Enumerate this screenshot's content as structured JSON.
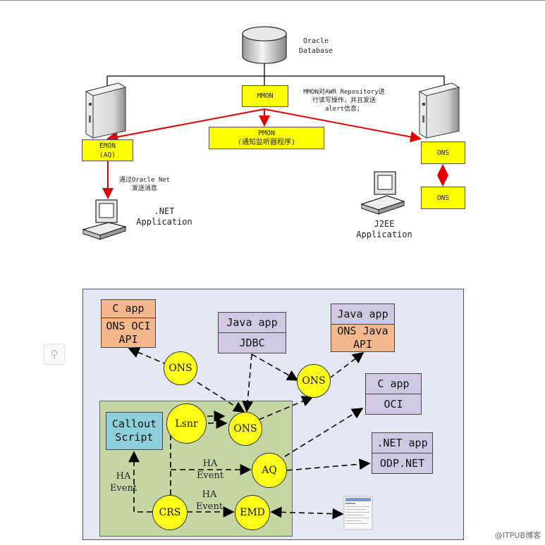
{
  "top": {
    "database": "Oracle\nDatabase",
    "mmon": "MMON",
    "mmon_note": "MMON对AWR Repository进\n行读写操作，并且发送\nalert信息；",
    "emon": "EMON\n(AQ)",
    "pmon": "PMON\n(通知监听器程序)",
    "ons_right": "ONS",
    "ons_bottom": "ONS",
    "net_note": "通过Oracle Net\n发送消息",
    "net_app": ".NET\nApplication",
    "j2ee_app": "J2EE\nApplication"
  },
  "bottom": {
    "c_app_title": "C app",
    "c_app_api": "ONS OCI\nAPI",
    "java_app_mid_title": "Java app",
    "java_app_mid_api": "JDBC",
    "java_app_right_title": "Java app",
    "java_app_right_api": "ONS Java\nAPI",
    "c_app2_title": "C app",
    "c_app2_api": "OCI",
    "net_app_title": ".NET app",
    "net_app_api": "ODP.NET",
    "callout": "Callout\nScript",
    "ons_left": "ONS",
    "ons_mid": "ONS",
    "ons_right": "ONS",
    "lsnr": "Lsnr",
    "aq": "AQ",
    "crs": "CRS",
    "emd": "EMD",
    "ha_event_left": "HA\nEvent",
    "ha_event_mid": "HA\nEvent",
    "ha_event_low": "HA\nEvent"
  },
  "watermark": "@ITPUB博客"
}
